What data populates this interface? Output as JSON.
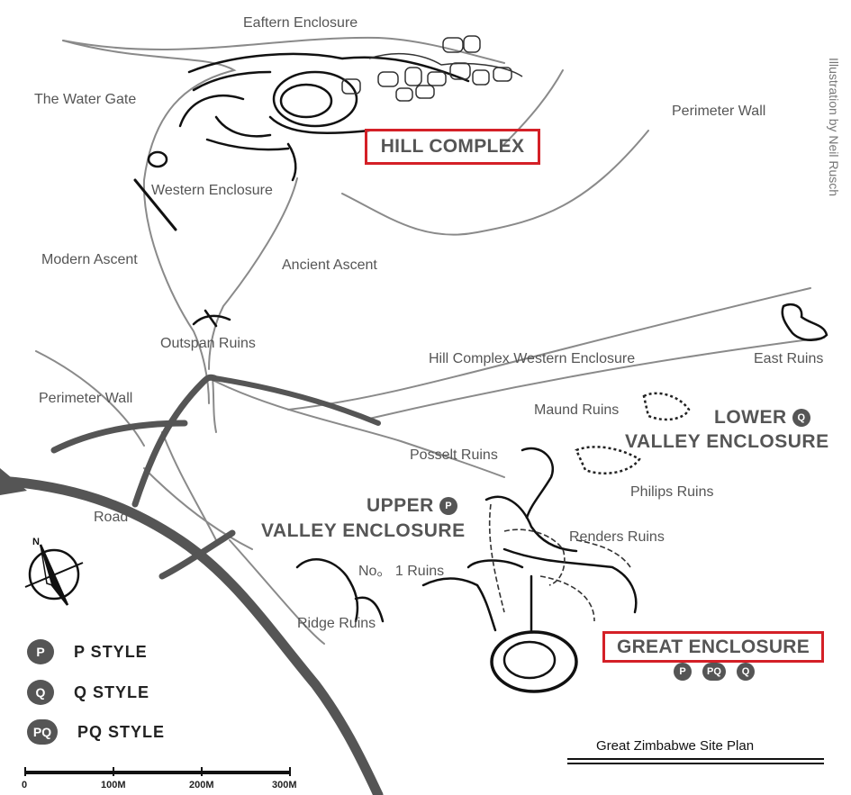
{
  "title": "Great Zimbabwe Site Plan",
  "credit": "Illustration by Neil Rusch",
  "labels": {
    "eastern_enclosure": "Eaftern Enclosure",
    "water_gate": "The Water Gate",
    "perimeter_wall_ne": "Perimeter Wall",
    "western_enclosure": "Western Enclosure",
    "modern_ascent": "Modern Ascent",
    "ancient_ascent": "Ancient Ascent",
    "outspan_ruins": "Outspan Ruins",
    "hill_complex_western": "Hill Complex Western Enclosure",
    "east_ruins": "East Ruins",
    "perimeter_wall_w": "Perimeter Wall",
    "maund_ruins": "Maund Ruins",
    "posselt_ruins": "Posselt Ruins",
    "philips_ruins": "Philips Ruins",
    "road": "Road",
    "renders_ruins": "Renders Ruins",
    "no1_ruins": "No。 1 Ruins",
    "ridge_ruins": "Ridge Ruins"
  },
  "highlights": {
    "hill_complex": "HILL COMPLEX",
    "great_enclosure": "GREAT ENCLOSURE",
    "lower_valley_line1": "LOWER",
    "lower_valley_line2": "VALLEY ENCLOSURE",
    "upper_valley_line1": "UPPER",
    "upper_valley_line2": "VALLEY ENCLOSURE"
  },
  "badges": {
    "p": "P",
    "q": "Q",
    "pq": "PQ"
  },
  "legend": [
    {
      "badge": "P",
      "label": "P STYLE"
    },
    {
      "badge": "Q",
      "label": "Q STYLE"
    },
    {
      "badge": "PQ",
      "label": "PQ STYLE"
    }
  ],
  "compass": {
    "north": "N"
  },
  "scale": [
    "0",
    "100M",
    "200M",
    "300M"
  ],
  "colors": {
    "highlight_box": "#d42027",
    "text": "#555555",
    "road": "#555555"
  }
}
